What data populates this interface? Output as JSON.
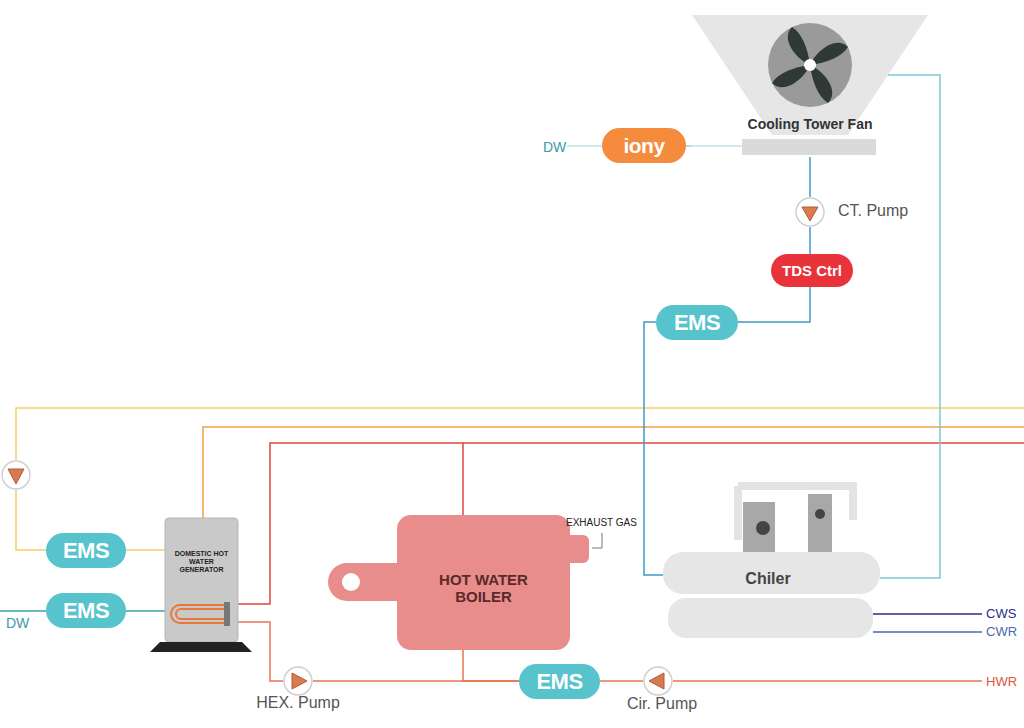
{
  "diagram": {
    "nodes": [
      {
        "text": [
          "Cooling Tower Fan"
        ]
      },
      {
        "text": [
          "iony"
        ]
      },
      {
        "text": [
          "CT. Pump"
        ]
      },
      {
        "text": [
          "TDS Ctrl"
        ]
      },
      {
        "text": [
          "EMS"
        ]
      },
      {
        "text": [
          "EMS"
        ]
      },
      {
        "text": [
          "DOMESTIC HOT WATER GENERATOR"
        ]
      },
      {
        "text": [
          "EMS"
        ]
      },
      {
        "text": [
          "HOT WATER BOILER"
        ]
      },
      {
        "text": [
          "Chiler"
        ]
      },
      {
        "text": [
          "HEX. Pump"
        ]
      },
      {
        "text": [
          "EMS"
        ]
      },
      {
        "text": [
          "Cir. Pump"
        ]
      }
    ],
    "edges": [
      {
        "from": 0,
        "to": 1,
        "arrow": "none"
      },
      {
        "from": 0,
        "to": 2,
        "arrow": "none"
      },
      {
        "from": 2,
        "to": 3,
        "arrow": "none"
      },
      {
        "from": 3,
        "to": 4,
        "arrow": "none"
      },
      {
        "from": 4,
        "to": 9,
        "arrow": "none"
      },
      {
        "from": 0,
        "to": 9,
        "arrow": "none"
      },
      {
        "from": 5,
        "to": 6,
        "arrow": "none"
      },
      {
        "from": 7,
        "to": 6,
        "arrow": "none"
      },
      {
        "from": 6,
        "to": 10,
        "arrow": "none"
      },
      {
        "from": 6,
        "to": 8,
        "arrow": "none"
      },
      {
        "from": 10,
        "to": 11,
        "arrow": "none"
      },
      {
        "from": 8,
        "to": 11,
        "arrow": "none"
      },
      {
        "from": 11,
        "to": 12,
        "arrow": "none"
      }
    ],
    "labels": [
      "DW",
      "EXHAUST GAS",
      "DW",
      "CWS",
      "CWR",
      "HWR"
    ]
  }
}
